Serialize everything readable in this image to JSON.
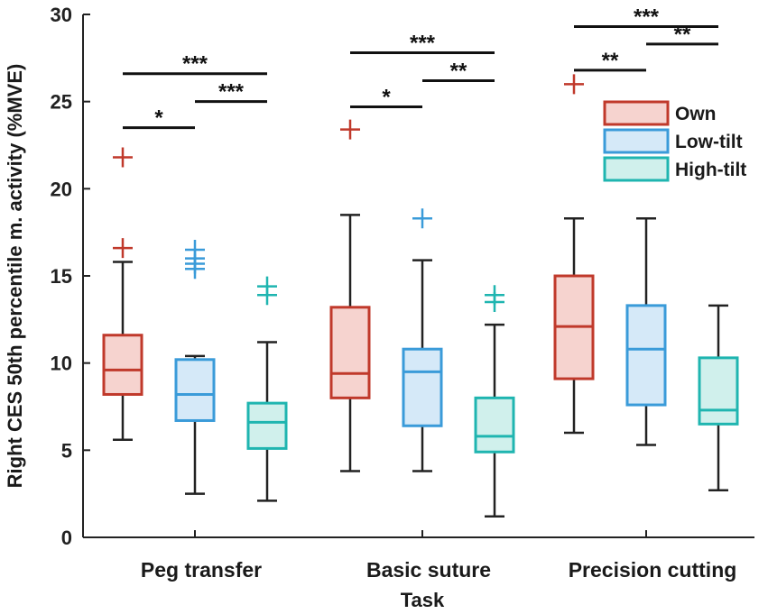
{
  "chart_data": {
    "type": "box",
    "xlabel": "Task",
    "ylabel": "Right CES 50th percentile m. activity (%MVE)",
    "ylim": [
      0,
      30
    ],
    "yticks": [
      "0",
      "5",
      "10",
      "15",
      "20",
      "25",
      "30"
    ],
    "categories": [
      "Peg transfer",
      "Basic suture",
      "Precision cutting"
    ],
    "legend_position": "top-right",
    "series": [
      {
        "name": "Own",
        "color": "#c0392b",
        "fill": "#f6d3cf",
        "boxes": [
          {
            "min": 5.6,
            "q1": 8.2,
            "median": 9.6,
            "q3": 11.6,
            "max": 15.8,
            "outliers": [
              21.8,
              16.6
            ]
          },
          {
            "min": 3.8,
            "q1": 8.0,
            "median": 9.4,
            "q3": 13.2,
            "max": 18.5,
            "outliers": [
              23.4
            ]
          },
          {
            "min": 6.0,
            "q1": 9.1,
            "median": 12.1,
            "q3": 15.0,
            "max": 18.3,
            "outliers": [
              26.0
            ]
          }
        ]
      },
      {
        "name": "Low-tilt",
        "color": "#3a9bd9",
        "fill": "#d5e9f8",
        "boxes": [
          {
            "min": 2.5,
            "q1": 6.7,
            "median": 8.2,
            "q3": 10.2,
            "max": 10.4,
            "outliers": [
              16.5,
              16.0,
              15.7,
              15.4
            ]
          },
          {
            "min": 3.8,
            "q1": 6.4,
            "median": 9.5,
            "q3": 10.8,
            "max": 15.9,
            "outliers": [
              18.3
            ]
          },
          {
            "min": 5.3,
            "q1": 7.6,
            "median": 10.8,
            "q3": 13.3,
            "max": 18.3,
            "outliers": []
          }
        ]
      },
      {
        "name": "High-tilt",
        "color": "#1fb5b0",
        "fill": "#d0f0ec",
        "boxes": [
          {
            "min": 2.1,
            "q1": 5.1,
            "median": 6.6,
            "q3": 7.7,
            "max": 11.2,
            "outliers": [
              14.4,
              13.9
            ]
          },
          {
            "min": 1.2,
            "q1": 4.9,
            "median": 5.8,
            "q3": 8.0,
            "max": 12.2,
            "outliers": [
              13.9,
              13.5
            ]
          },
          {
            "min": 2.7,
            "q1": 6.5,
            "median": 7.3,
            "q3": 10.3,
            "max": 13.3,
            "outliers": []
          }
        ]
      }
    ],
    "significance": [
      {
        "category": "Peg transfer",
        "from": "Own",
        "to": "High-tilt",
        "label": "***",
        "y": 26.6
      },
      {
        "category": "Peg transfer",
        "from": "Own",
        "to": "Low-tilt",
        "label": "*",
        "y": 23.5
      },
      {
        "category": "Peg transfer",
        "from": "Low-tilt",
        "to": "High-tilt",
        "label": "***",
        "y": 25.0
      },
      {
        "category": "Basic suture",
        "from": "Own",
        "to": "High-tilt",
        "label": "***",
        "y": 27.8
      },
      {
        "category": "Basic suture",
        "from": "Own",
        "to": "Low-tilt",
        "label": "*",
        "y": 24.7
      },
      {
        "category": "Basic suture",
        "from": "Low-tilt",
        "to": "High-tilt",
        "label": "**",
        "y": 26.2
      },
      {
        "category": "Precision cutting",
        "from": "Own",
        "to": "High-tilt",
        "label": "***",
        "y": 29.3
      },
      {
        "category": "Precision cutting",
        "from": "Own",
        "to": "Low-tilt",
        "label": "**",
        "y": 26.8
      },
      {
        "category": "Precision cutting",
        "from": "Low-tilt",
        "to": "High-tilt",
        "label": "**",
        "y": 28.3
      }
    ]
  }
}
